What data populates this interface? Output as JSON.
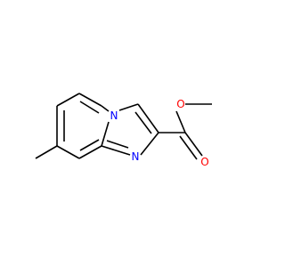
{
  "molecule": {
    "atoms": {
      "n1": {
        "symbol": "N",
        "color": "#0000ff"
      },
      "n2": {
        "symbol": "N",
        "color": "#0000ff"
      },
      "o1": {
        "symbol": "O",
        "color": "#ff0000"
      },
      "o2": {
        "symbol": "O",
        "color": "#ff0000"
      }
    },
    "bond_color": "#000000"
  }
}
